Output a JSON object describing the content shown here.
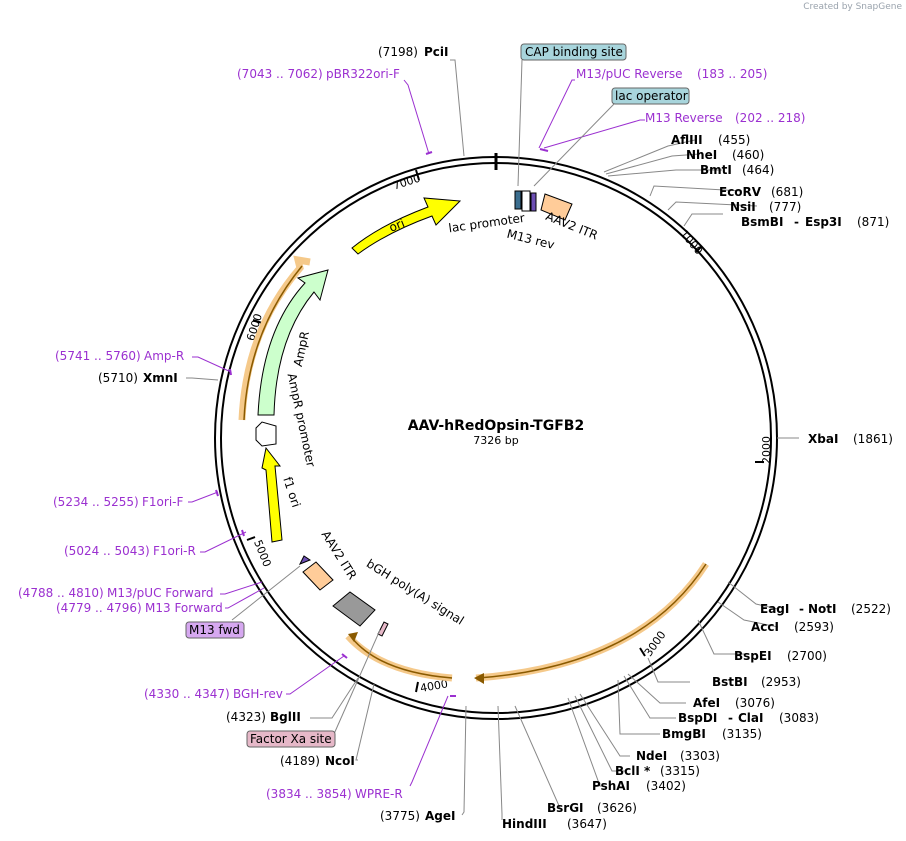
{
  "credit": "Created by SnapGene",
  "plasmid": {
    "name": "AAV-hRedOpsin-TGFB2",
    "size": "7326 bp"
  },
  "ticks": [
    "1000",
    "2000",
    "3000",
    "4000",
    "5000",
    "6000",
    "7000"
  ],
  "features": {
    "ori": "ori",
    "ampr": "AmpR",
    "ampr_promoter": "AmpR promoter",
    "f1ori": "f1 ori",
    "itr_top": "AAV2 ITR",
    "itr_bottom": "AAV2 ITR",
    "lac_promoter": "lac promoter",
    "m13rev": "M13 rev",
    "bgh": "bGH poly(A) signal"
  },
  "boxes": {
    "cap": "CAP binding site",
    "lacop": "lac operator",
    "m13fwd": "M13 fwd",
    "factorxa": "Factor Xa site"
  },
  "enzymes": {
    "pcii": {
      "name": "PciI",
      "pos": "(7198)"
    },
    "aflIII": {
      "name": "AflIII",
      "pos": "(455)"
    },
    "nheI": {
      "name": "NheI",
      "pos": "(460)"
    },
    "bmtI": {
      "name": "BmtI",
      "pos": "(464)"
    },
    "ecoRV": {
      "name": "EcoRV",
      "pos": "(681)"
    },
    "nsiI": {
      "name": "NsiI",
      "pos": "(777)"
    },
    "bsmbi": {
      "name": "BsmBI",
      "sep": "-",
      "name2": "Esp3I",
      "pos": "(871)"
    },
    "xbaI": {
      "name": "XbaI",
      "pos": "(1861)"
    },
    "eagI": {
      "name": "EagI",
      "sep": "-",
      "name2": "NotI",
      "pos": "(2522)"
    },
    "accI": {
      "name": "AccI",
      "pos": "(2593)"
    },
    "bspEI": {
      "name": "BspEI",
      "pos": "(2700)"
    },
    "bstBI": {
      "name": "BstBI",
      "pos": "(2953)"
    },
    "afeI": {
      "name": "AfeI",
      "pos": "(3076)"
    },
    "bspDI": {
      "name": "BspDI",
      "sep": "-",
      "name2": "ClaI",
      "pos": "(3083)"
    },
    "bmgBI": {
      "name": "BmgBI",
      "pos": "(3135)"
    },
    "ndeI": {
      "name": "NdeI",
      "pos": "(3303)"
    },
    "bclI": {
      "name": "BclI *",
      "pos": "(3315)"
    },
    "pshAI": {
      "name": "PshAI",
      "pos": "(3402)"
    },
    "bsrGI": {
      "name": "BsrGI",
      "pos": "(3626)"
    },
    "hindIII": {
      "name": "HindIII",
      "pos": "(3647)"
    },
    "ageI": {
      "name": "AgeI",
      "pos": "(3775)"
    },
    "ncoI": {
      "name": "NcoI",
      "pos": "(4189)"
    },
    "bglII": {
      "name": "BglII",
      "pos": "(4323)"
    },
    "xmnI": {
      "name": "XmnI",
      "pos": "(5710)"
    }
  },
  "primers": {
    "pbr322": {
      "range": "(7043 .. 7062)",
      "name": "pBR322ori-F"
    },
    "m13puc_rev": {
      "name": "M13/pUC Reverse",
      "range": "(183 .. 205)"
    },
    "m13_rev": {
      "name": "M13 Reverse",
      "range": "(202 .. 218)"
    },
    "ampr": {
      "range": "(5741 .. 5760)",
      "name": "Amp-R"
    },
    "f1ori_f": {
      "range": "(5234 .. 5255)",
      "name": "F1ori-F"
    },
    "f1ori_r": {
      "range": "(5024 .. 5043)",
      "name": "F1ori-R"
    },
    "m13puc_fwd": {
      "range": "(4788 .. 4810)",
      "name": "M13/pUC Forward"
    },
    "m13_fwd": {
      "range": "(4779 .. 4796)",
      "name": "M13 Forward"
    },
    "bgh_rev": {
      "range": "(4330 .. 4347)",
      "name": "BGH-rev"
    },
    "wpre_r": {
      "range": "(3834 .. 3854)",
      "name": "WPRE-R"
    }
  },
  "colors": {
    "ori": "#ffff00",
    "ampr": "#ccffcc",
    "promoter": "#ffffff",
    "itr": "#ffcc99",
    "bgh": "#999999",
    "orf_highlight": "#f5c98a",
    "primer": "#9b30d0",
    "box_blue": "#a8d5dc",
    "box_purple": "#d6a8f0",
    "box_pink": "#e6b8c8"
  }
}
